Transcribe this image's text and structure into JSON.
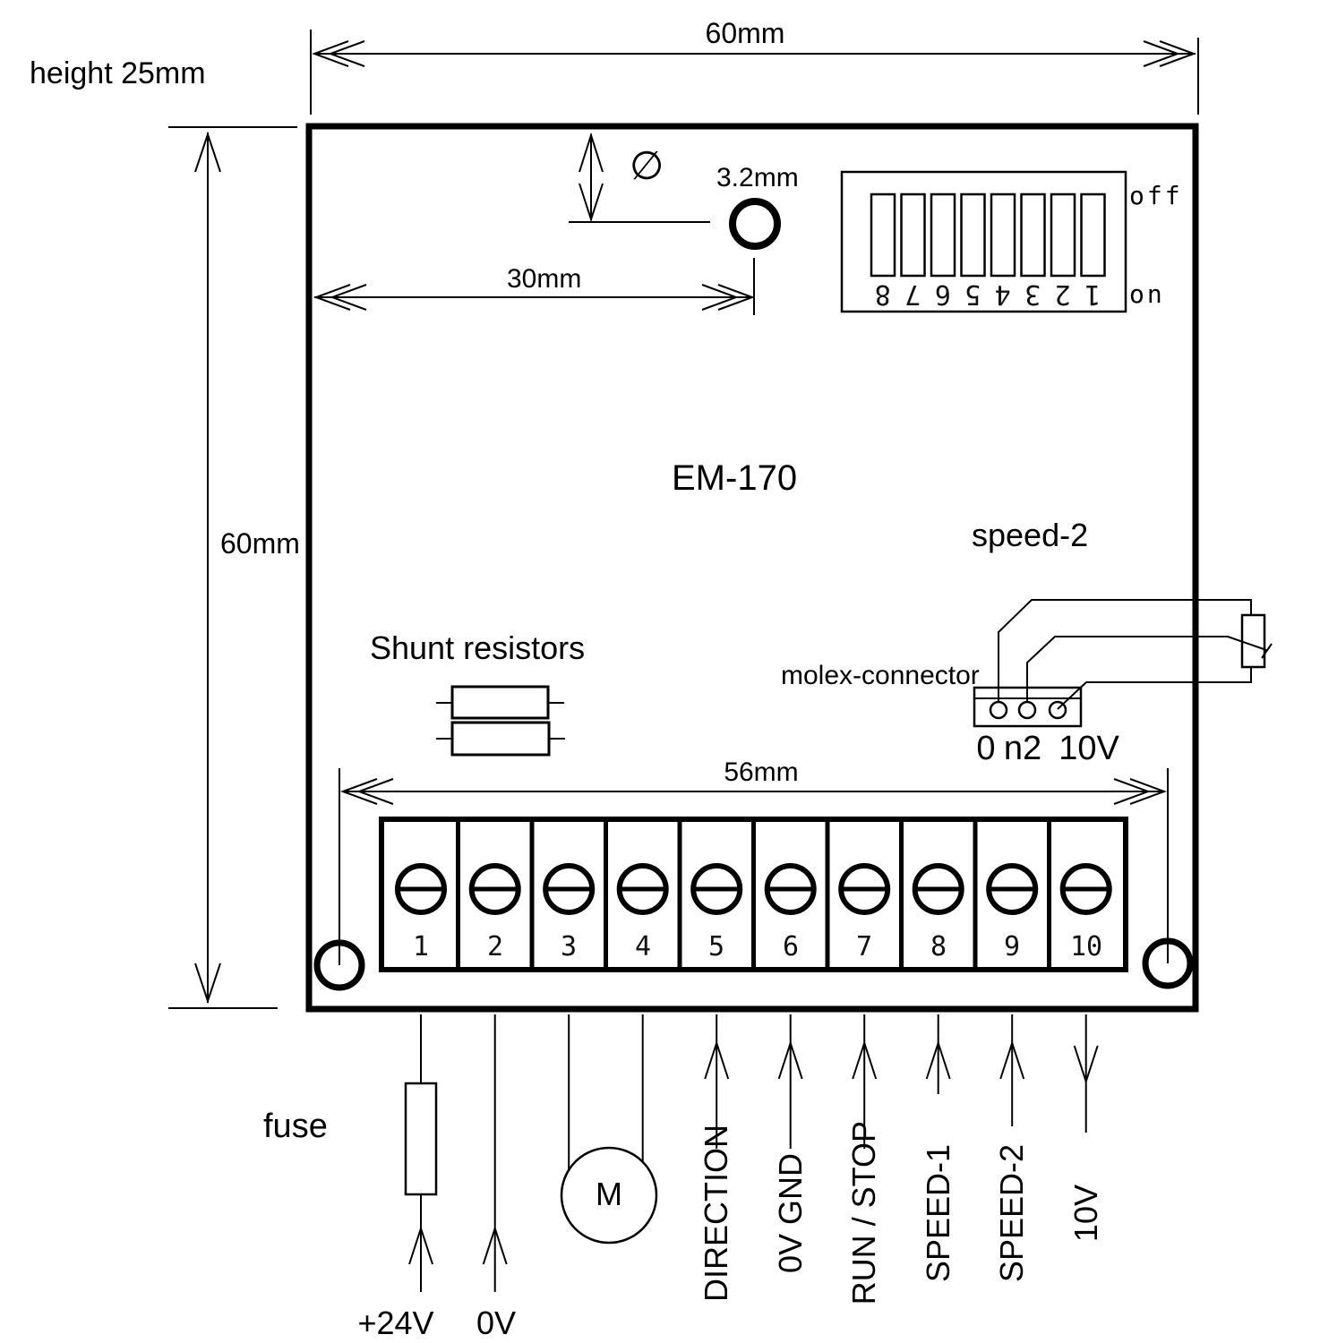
{
  "board": {
    "model": "EM-170"
  },
  "dimensions": {
    "width_top": "60mm",
    "height_left": "60mm",
    "board_height": "height 25mm",
    "hole_offset": "30mm",
    "hole_diameter": "3.2mm",
    "diameter_symbol": "∅",
    "terminal_span": "56mm"
  },
  "dip_switch": {
    "positions": [
      "1",
      "2",
      "3",
      "4",
      "5",
      "6",
      "7",
      "8"
    ],
    "off": "off",
    "on": "on"
  },
  "molex": {
    "speed_label": "speed-2",
    "label": "molex-connector",
    "pins": [
      "0",
      "n2",
      "10V"
    ]
  },
  "shunt": {
    "label": "Shunt resistors"
  },
  "terminals": {
    "numbers": [
      "1",
      "2",
      "3",
      "4",
      "5",
      "6",
      "7",
      "8",
      "9",
      "10"
    ]
  },
  "bottom": {
    "fuse": "fuse",
    "motor": "M",
    "plus24": "+24V",
    "zero": "0V",
    "signals": [
      "DIRECTION",
      "0V GND",
      "RUN / STOP",
      "SPEED-1",
      "SPEED-2",
      "10V"
    ]
  }
}
